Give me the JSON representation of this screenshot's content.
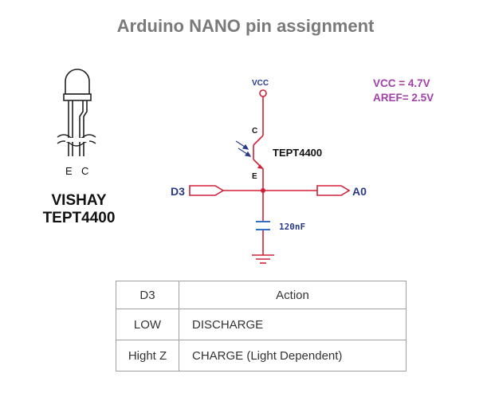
{
  "title": "Arduino NANO pin assignment",
  "specs": {
    "vcc": "VCC = 4.7V",
    "aref": "AREF= 2.5V"
  },
  "part": {
    "maker": "VISHAY",
    "model": "TEPT4400",
    "pin_e": "E",
    "pin_c": "C"
  },
  "schematic": {
    "vcc_label": "VCC",
    "collector_label": "C",
    "emitter_label": "E",
    "transistor_label": "TEPT4400",
    "left_port": "D3",
    "right_port": "A0",
    "capacitor_label": "120nF",
    "colors": {
      "wire": "#d02038",
      "port_text": "#2a3a8a",
      "cap": "#3070c8"
    }
  },
  "table": {
    "headers": [
      "D3",
      "Action"
    ],
    "rows": [
      [
        "LOW",
        "DISCHARGE"
      ],
      [
        "Hight Z",
        "CHARGE (Light Dependent)"
      ]
    ]
  }
}
